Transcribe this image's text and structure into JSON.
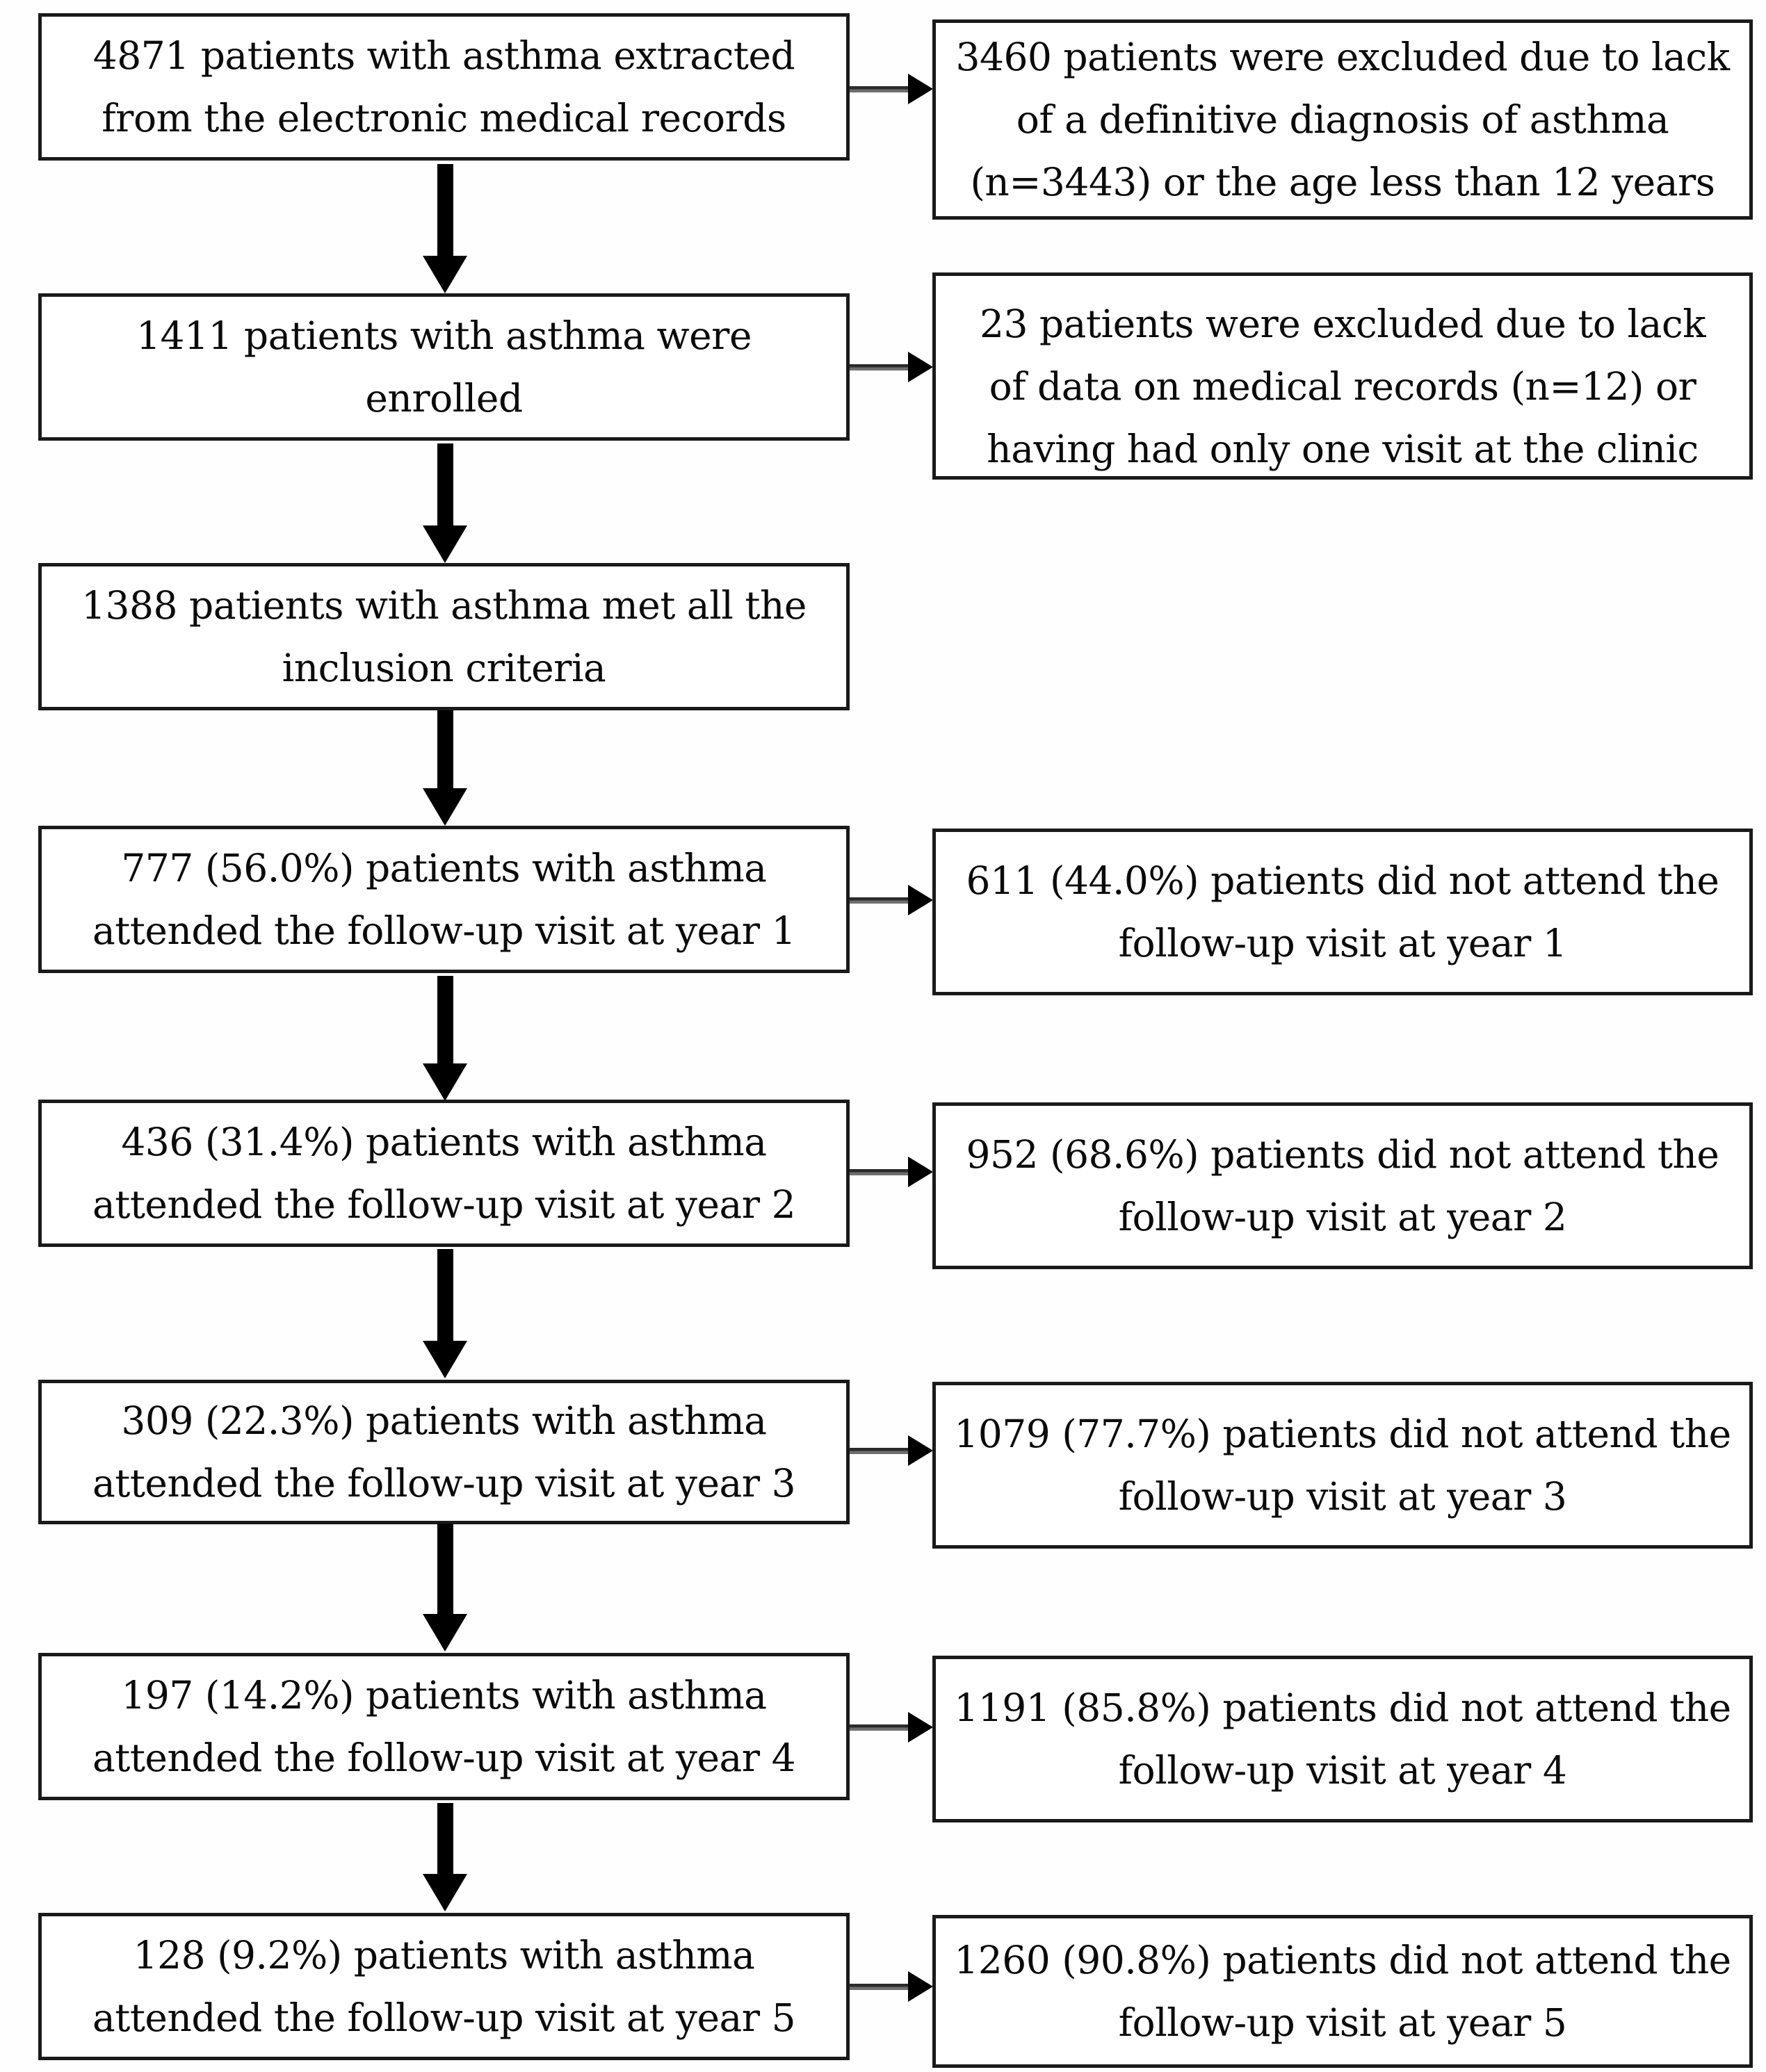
{
  "colors": {
    "background": "#ffffff",
    "box_border": "#1a1a1a",
    "text": "#0a0a0a",
    "arrow": "#000000",
    "arrow_shaft": "#4d4d4d"
  },
  "rows": [
    {
      "left": {
        "lines": [
          "4871 patients with asthma extracted",
          "from the electronic medical records"
        ]
      },
      "right": {
        "lines": [
          "3460 patients were excluded due to lack",
          "of a definitive diagnosis of asthma",
          "(n=3443) or the age less than 12 years"
        ]
      }
    },
    {
      "left": {
        "lines": [
          "1411 patients with asthma were",
          "enrolled"
        ]
      },
      "right": {
        "lines": [
          "23 patients were excluded due to lack",
          "of data on medical records (n=12) or",
          "having had only one visit at the clinic"
        ]
      }
    },
    {
      "left": {
        "lines": [
          "1388 patients with asthma met all the",
          "inclusion criteria"
        ]
      },
      "right": null
    },
    {
      "left": {
        "lines": [
          "777 (56.0%) patients with asthma",
          "attended the follow-up visit at year 1"
        ]
      },
      "right": {
        "lines": [
          "611 (44.0%) patients did not attend the",
          "follow-up visit at year 1"
        ]
      }
    },
    {
      "left": {
        "lines": [
          "436 (31.4%) patients with asthma",
          "attended the follow-up visit at year 2"
        ]
      },
      "right": {
        "lines": [
          "952 (68.6%) patients did not attend the",
          "follow-up visit at year 2"
        ]
      }
    },
    {
      "left": {
        "lines": [
          "309 (22.3%) patients with asthma",
          "attended the follow-up visit at year 3"
        ]
      },
      "right": {
        "lines": [
          "1079 (77.7%) patients did not attend the",
          "follow-up visit at year 3"
        ]
      }
    },
    {
      "left": {
        "lines": [
          "197 (14.2%) patients with asthma",
          "attended the follow-up visit at year 4"
        ]
      },
      "right": {
        "lines": [
          "1191 (85.8%) patients did not attend the",
          "follow-up visit at year 4"
        ]
      }
    },
    {
      "left": {
        "lines": [
          "128 (9.2%) patients with asthma",
          "attended the follow-up visit at year 5"
        ]
      },
      "right": {
        "lines": [
          "1260 (90.8%) patients did not attend the",
          "follow-up visit at year 5"
        ]
      }
    }
  ]
}
